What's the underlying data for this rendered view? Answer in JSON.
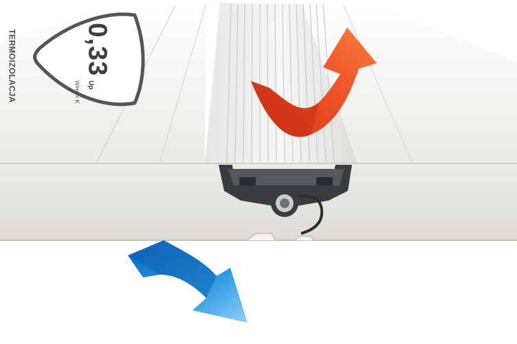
{
  "side_title": "TERMOIZOLACJA",
  "badge": {
    "symbol": "Up",
    "value": "0,33",
    "unit": "W/m² × K"
  },
  "colors": {
    "warm_arrow": "#ef4a23",
    "cold_arrow": "#1e88d8",
    "badge_stroke": "#555555",
    "panel_face": "#f4f4f2",
    "panel_edge": "#e9e8e2",
    "seal_dark": "#3a3d40"
  },
  "icons": [
    "warm-air-arrow-icon",
    "cold-air-arrow-icon",
    "thermal-badge-icon"
  ]
}
